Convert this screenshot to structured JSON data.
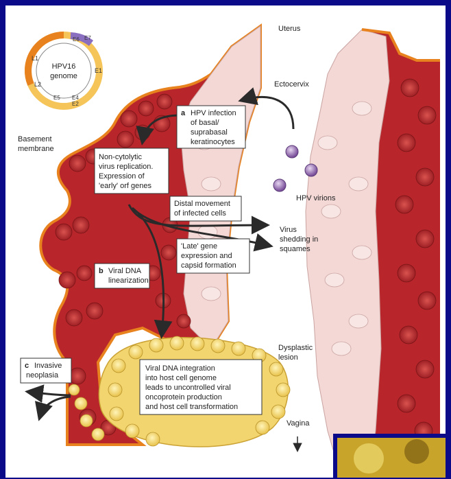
{
  "genome": {
    "title_line1": "HPV16",
    "title_line2": "genome",
    "genes": [
      "L1",
      "L2",
      "E6",
      "E7",
      "E1",
      "E5",
      "E4",
      "E2"
    ]
  },
  "labels": {
    "uterus": "Uterus",
    "ectocervix": "Ectocervix",
    "basement_line1": "Basement",
    "basement_line2": "membrane",
    "hpv_virions": "HPV virions",
    "virus_shed_line1": "Virus",
    "virus_shed_line2": "shedding in",
    "virus_shed_line3": "squames",
    "dysplastic_line1": "Dysplastic",
    "dysplastic_line2": "lesion",
    "vagina": "Vagina"
  },
  "boxes": {
    "a_letter": "a",
    "a_line1": "HPV infection",
    "a_line2": "of basal/",
    "a_line3": "suprabasal",
    "a_line4": "keratinocytes",
    "noncyto_line1": "Non-cytolytic",
    "noncyto_line2": "virus replication.",
    "noncyto_line3": "Expression of",
    "noncyto_line4": "'early' orf genes",
    "distal_line1": "Distal movement",
    "distal_line2": "of infected cells",
    "late_line1": "'Late' gene",
    "late_line2": "expression and",
    "late_line3": "capsid formation",
    "b_letter": "b",
    "b_line1": "Viral DNA",
    "b_line2": "linearization",
    "c_letter": "c",
    "c_line1": "Invasive",
    "c_line2": "neoplasia",
    "integration_line1": "Viral DNA integration",
    "integration_line2": "into host cell genome",
    "integration_line3": "leads to uncontrolled viral",
    "integration_line4": "oncoprotein production",
    "integration_line5": "and host cell transformation"
  },
  "colors": {
    "tissue_red": "#b8262b",
    "tissue_pink": "#f3d8d6",
    "basement_orange": "#e8821e",
    "lesion_yellow": "#f2d56e",
    "virion_purple": "#8a5fa8",
    "frame_blue": "#0b0b8a"
  }
}
